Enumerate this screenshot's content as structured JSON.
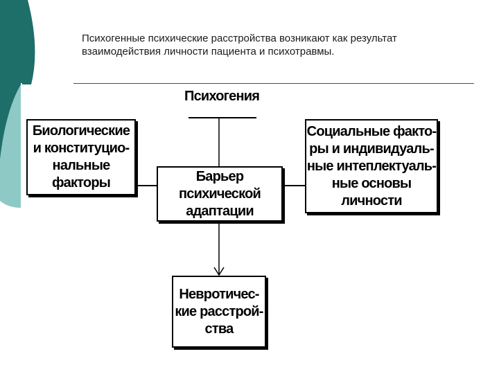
{
  "slide": {
    "header": "Психогенные психические расстройства возникают как результат взаимодействия личности пациента и психотравмы."
  },
  "diagram": {
    "nodes": {
      "psychogenesis": "Психогения",
      "biological": "Биологические\nи конституцио-\nнальные факторы",
      "barrier": "Барьер психической\nадаптации",
      "social": "Социальные факто-\nры и индивидуаль-\nные интеплектуаль-\nные основы личности",
      "neurotic": "Невротичес-\nкие расстрой-\nства"
    }
  },
  "colors": {
    "teal_dark": "#1e6e6a",
    "teal_light": "#8fc9c6",
    "line": "#000000"
  }
}
